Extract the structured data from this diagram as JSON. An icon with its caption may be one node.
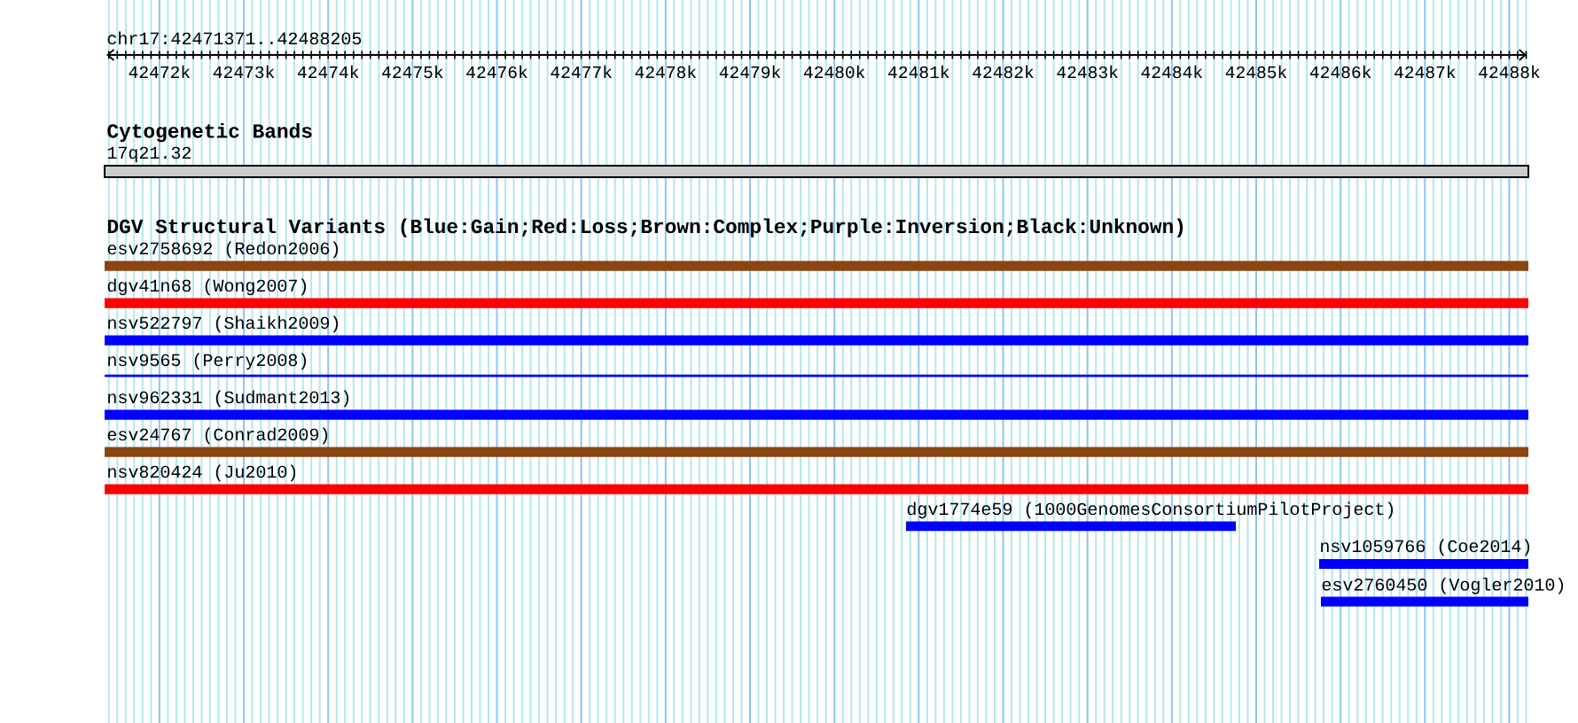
{
  "diagram": {
    "nodes": [
      {
        "text": [
          "17q21.32"
        ]
      },
      {
        "text": [
          "esv2758692 (Redon2006)"
        ]
      },
      {
        "text": [
          "dgv41n68 (Wong2007)"
        ]
      },
      {
        "text": [
          "nsv522797 (Shaikh2009)"
        ]
      },
      {
        "text": [
          "nsv9565 (Perry2008)"
        ]
      },
      {
        "text": [
          "nsv962331 (Sudmant2013)"
        ]
      },
      {
        "text": [
          "esv24767 (Conrad2009)"
        ]
      },
      {
        "text": [
          "nsv820424 (Ju2010)"
        ]
      },
      {
        "text": [
          "dgv1774e59 (1000GenomesConsortiumPilotProject)"
        ]
      },
      {
        "text": [
          "nsv1059766 (Coe2014)"
        ]
      },
      {
        "text": [
          "esv2760450 (Vogler2010)"
        ]
      }
    ],
    "edges": [],
    "labels": [
      "chr17:42471371..42488205",
      "42472k",
      "42473k",
      "42474k",
      "42475k",
      "42476k",
      "42477k",
      "42478k",
      "42479k",
      "42480k",
      "42481k",
      "42482k",
      "42483k",
      "42484k",
      "42485k",
      "42486k",
      "42487k",
      "42488k",
      "Cytogenetic Bands",
      "DGV Structural Variants (Blue:Gain;Red:Loss;Brown:Complex;Purple:Inversion;Black:Unknown)"
    ]
  }
}
